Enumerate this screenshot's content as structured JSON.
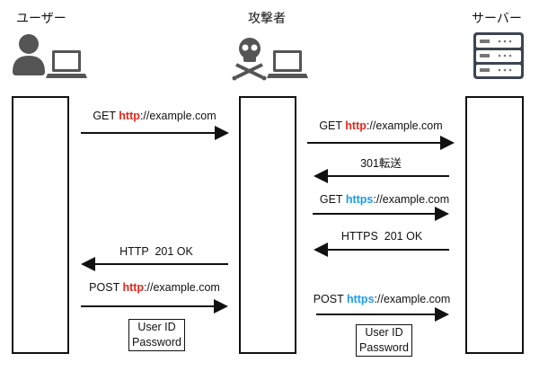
{
  "actors": {
    "user": {
      "title": "ユーザー",
      "icons": [
        "person-icon",
        "laptop-icon"
      ]
    },
    "attacker": {
      "title": "攻撃者",
      "icons": [
        "skull-crossbones-icon",
        "laptop-icon"
      ]
    },
    "server": {
      "title": "サーバー",
      "icons": [
        "server-rack-icon"
      ]
    }
  },
  "colors": {
    "http": "#e8261c",
    "https": "#1a9cf0"
  },
  "messages": {
    "m1": {
      "pre": "GET ",
      "scheme": "http",
      "post": "://example.com"
    },
    "m2": {
      "pre": "GET ",
      "scheme": "http",
      "post": "://example.com"
    },
    "m3": {
      "text": "301転送"
    },
    "m4": {
      "pre": "GET ",
      "scheme": "https",
      "post": "://example.com"
    },
    "m5": {
      "text": "HTTPS  201 OK"
    },
    "m6": {
      "text": "HTTP  201 OK"
    },
    "m7": {
      "pre": "POST ",
      "scheme": "http",
      "post": "://example.com"
    },
    "m8": {
      "pre": "POST ",
      "scheme": "https",
      "post": "://example.com"
    }
  },
  "credentials": {
    "line1": "User ID",
    "line2": "Password"
  }
}
